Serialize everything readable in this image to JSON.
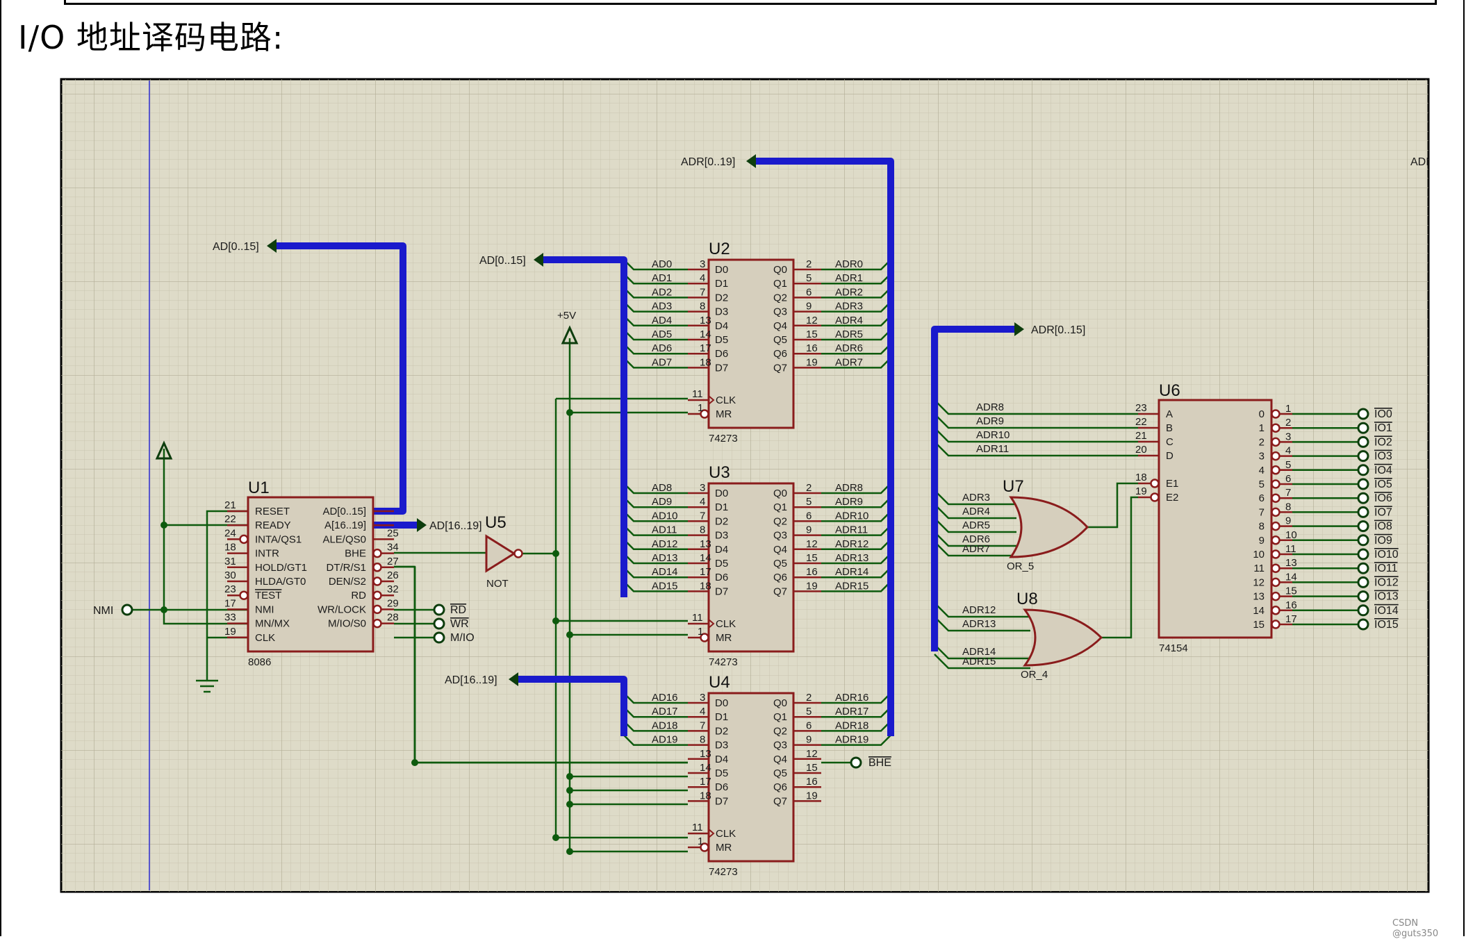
{
  "title": "I/O 地址译码电路:",
  "watermark": "CSDN @guts350",
  "colors": {
    "grid_bg": "#dedbc8",
    "bus": "#1a1acc",
    "wire": "#0d5a0d",
    "chip_fill": "#d6cfbd",
    "chip_border": "#8a1c1c"
  },
  "chips": {
    "u1": {
      "ref": "U1",
      "part": "8086",
      "left_pins": [
        {
          "num": "21",
          "name": "RESET"
        },
        {
          "num": "22",
          "name": "READY"
        },
        {
          "num": "24",
          "name": "INTA/QS1"
        },
        {
          "num": "18",
          "name": "INTR"
        },
        {
          "num": "31",
          "name": "HOLD/GT1"
        },
        {
          "num": "30",
          "name": "HLDA/GT0"
        },
        {
          "num": "23",
          "name": "TEST"
        },
        {
          "num": "17",
          "name": "NMI"
        },
        {
          "num": "33",
          "name": "MN/MX"
        },
        {
          "num": "19",
          "name": "CLK"
        }
      ],
      "right_pins": [
        {
          "num": "",
          "name": "AD[0..15]"
        },
        {
          "num": "",
          "name": "A[16..19]"
        },
        {
          "num": "25",
          "name": "ALE/QS0"
        },
        {
          "num": "34",
          "name": "BHE"
        },
        {
          "num": "27",
          "name": "DT/R/S1"
        },
        {
          "num": "26",
          "name": "DEN/S2"
        },
        {
          "num": "32",
          "name": "RD"
        },
        {
          "num": "29",
          "name": "WR/LOCK"
        },
        {
          "num": "28",
          "name": "M/IO/S0"
        }
      ]
    },
    "u2": {
      "ref": "U2",
      "part": "74273",
      "d_pins": [
        {
          "num": "3",
          "name": "D0",
          "net": "AD0"
        },
        {
          "num": "4",
          "name": "D1",
          "net": "AD1"
        },
        {
          "num": "7",
          "name": "D2",
          "net": "AD2"
        },
        {
          "num": "8",
          "name": "D3",
          "net": "AD3"
        },
        {
          "num": "13",
          "name": "D4",
          "net": "AD4"
        },
        {
          "num": "14",
          "name": "D5",
          "net": "AD5"
        },
        {
          "num": "17",
          "name": "D6",
          "net": "AD6"
        },
        {
          "num": "18",
          "name": "D7",
          "net": "AD7"
        }
      ],
      "q_pins": [
        {
          "num": "2",
          "name": "Q0",
          "net": "ADR0"
        },
        {
          "num": "5",
          "name": "Q1",
          "net": "ADR1"
        },
        {
          "num": "6",
          "name": "Q2",
          "net": "ADR2"
        },
        {
          "num": "9",
          "name": "Q3",
          "net": "ADR3"
        },
        {
          "num": "12",
          "name": "Q4",
          "net": "ADR4"
        },
        {
          "num": "15",
          "name": "Q5",
          "net": "ADR5"
        },
        {
          "num": "16",
          "name": "Q6",
          "net": "ADR6"
        },
        {
          "num": "19",
          "name": "Q7",
          "net": "ADR7"
        }
      ],
      "clk": {
        "num": "11",
        "name": "CLK"
      },
      "mr": {
        "num": "1",
        "name": "MR"
      }
    },
    "u3": {
      "ref": "U3",
      "part": "74273",
      "d_pins": [
        {
          "num": "3",
          "name": "D0",
          "net": "AD8"
        },
        {
          "num": "4",
          "name": "D1",
          "net": "AD9"
        },
        {
          "num": "7",
          "name": "D2",
          "net": "AD10"
        },
        {
          "num": "8",
          "name": "D3",
          "net": "AD11"
        },
        {
          "num": "13",
          "name": "D4",
          "net": "AD12"
        },
        {
          "num": "14",
          "name": "D5",
          "net": "AD13"
        },
        {
          "num": "17",
          "name": "D6",
          "net": "AD14"
        },
        {
          "num": "18",
          "name": "D7",
          "net": "AD15"
        }
      ],
      "q_pins": [
        {
          "num": "2",
          "name": "Q0",
          "net": "ADR8"
        },
        {
          "num": "5",
          "name": "Q1",
          "net": "ADR9"
        },
        {
          "num": "6",
          "name": "Q2",
          "net": "ADR10"
        },
        {
          "num": "9",
          "name": "Q3",
          "net": "ADR11"
        },
        {
          "num": "12",
          "name": "Q4",
          "net": "ADR12"
        },
        {
          "num": "15",
          "name": "Q5",
          "net": "ADR13"
        },
        {
          "num": "16",
          "name": "Q6",
          "net": "ADR14"
        },
        {
          "num": "19",
          "name": "Q7",
          "net": "ADR15"
        }
      ],
      "clk": {
        "num": "11",
        "name": "CLK"
      },
      "mr": {
        "num": "1",
        "name": "MR"
      }
    },
    "u4": {
      "ref": "U4",
      "part": "74273",
      "d_pins": [
        {
          "num": "3",
          "name": "D0",
          "net": "AD16"
        },
        {
          "num": "4",
          "name": "D1",
          "net": "AD17"
        },
        {
          "num": "7",
          "name": "D2",
          "net": "AD18"
        },
        {
          "num": "8",
          "name": "D3",
          "net": "AD19"
        },
        {
          "num": "13",
          "name": "D4",
          "net": ""
        },
        {
          "num": "14",
          "name": "D5",
          "net": ""
        },
        {
          "num": "17",
          "name": "D6",
          "net": ""
        },
        {
          "num": "18",
          "name": "D7",
          "net": ""
        }
      ],
      "q_pins": [
        {
          "num": "2",
          "name": "Q0",
          "net": "ADR16"
        },
        {
          "num": "5",
          "name": "Q1",
          "net": "ADR17"
        },
        {
          "num": "6",
          "name": "Q2",
          "net": "ADR18"
        },
        {
          "num": "9",
          "name": "Q3",
          "net": "ADR19"
        },
        {
          "num": "12",
          "name": "Q4",
          "net": ""
        },
        {
          "num": "15",
          "name": "Q5",
          "net": ""
        },
        {
          "num": "16",
          "name": "Q6",
          "net": ""
        },
        {
          "num": "19",
          "name": "Q7",
          "net": ""
        }
      ],
      "clk": {
        "num": "11",
        "name": "CLK"
      },
      "mr": {
        "num": "1",
        "name": "MR"
      }
    },
    "u5": {
      "ref": "U5",
      "part": "NOT"
    },
    "u6": {
      "ref": "U6",
      "part": "74154",
      "inputs": [
        {
          "num": "23",
          "name": "A",
          "net": "ADR8"
        },
        {
          "num": "22",
          "name": "B",
          "net": "ADR9"
        },
        {
          "num": "21",
          "name": "C",
          "net": "ADR10"
        },
        {
          "num": "20",
          "name": "D",
          "net": "ADR11"
        },
        {
          "num": "18",
          "name": "E1",
          "net": ""
        },
        {
          "num": "19",
          "name": "E2",
          "net": ""
        }
      ],
      "outputs": [
        {
          "idx": "0",
          "num": "1",
          "net": "IO0"
        },
        {
          "idx": "1",
          "num": "2",
          "net": "IO1"
        },
        {
          "idx": "2",
          "num": "3",
          "net": "IO2"
        },
        {
          "idx": "3",
          "num": "4",
          "net": "IO3"
        },
        {
          "idx": "4",
          "num": "5",
          "net": "IO4"
        },
        {
          "idx": "5",
          "num": "6",
          "net": "IO5"
        },
        {
          "idx": "6",
          "num": "7",
          "net": "IO6"
        },
        {
          "idx": "7",
          "num": "8",
          "net": "IO7"
        },
        {
          "idx": "8",
          "num": "9",
          "net": "IO8"
        },
        {
          "idx": "9",
          "num": "10",
          "net": "IO9"
        },
        {
          "idx": "10",
          "num": "11",
          "net": "IO10"
        },
        {
          "idx": "11",
          "num": "13",
          "net": "IO11"
        },
        {
          "idx": "12",
          "num": "14",
          "net": "IO12"
        },
        {
          "idx": "13",
          "num": "15",
          "net": "IO13"
        },
        {
          "idx": "14",
          "num": "16",
          "net": "IO14"
        },
        {
          "idx": "15",
          "num": "17",
          "net": "IO15"
        }
      ]
    },
    "u7": {
      "ref": "U7",
      "part": "OR_5",
      "inputs": [
        "ADR3",
        "ADR4",
        "ADR5",
        "ADR6",
        "ADR7"
      ]
    },
    "u8": {
      "ref": "U8",
      "part": "OR_4",
      "inputs": [
        "ADR12",
        "ADR13",
        "ADR14",
        "ADR15"
      ]
    }
  },
  "net_labels": {
    "ad_0_15_u1": "AD[0..15]",
    "ad_16_19_u1": "AD[16..19]",
    "ad_0_15_u2": "AD[0..15]",
    "ad_16_19_u4": "AD[16..19]",
    "adr_0_19": "ADR[0..19]",
    "adr_0_15": "ADR[0..15]",
    "adr_edge": "ADI",
    "plus5v": "+5V",
    "nmi": "NMI",
    "rd": "RD",
    "wr": "WR",
    "mio": "M/IO",
    "bhe": "BHE"
  }
}
